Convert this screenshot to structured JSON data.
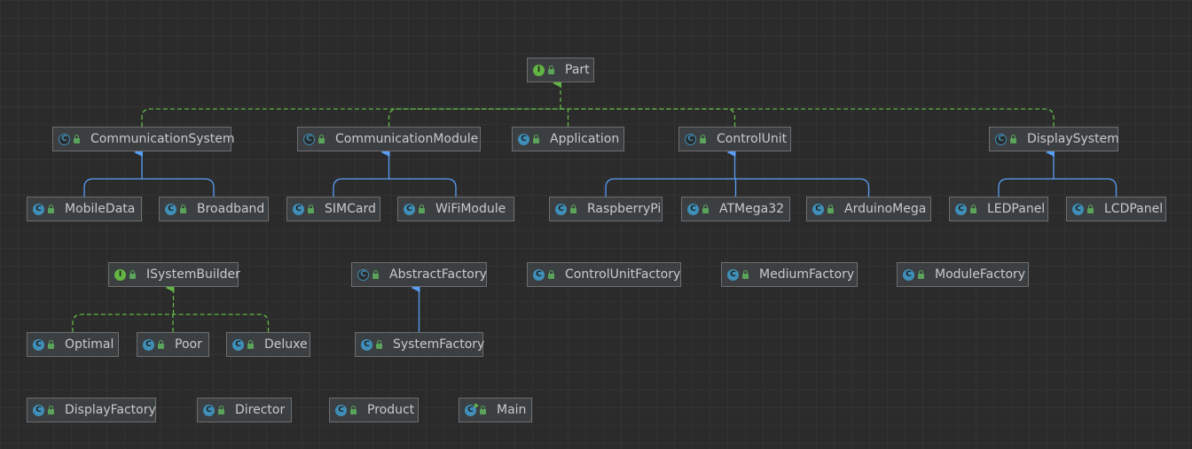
{
  "diagram": {
    "nodes": {
      "part": {
        "label": "Part",
        "kind": "interface",
        "icon": "interface-icon"
      },
      "communication_system": {
        "label": "CommunicationSystem",
        "kind": "abstract",
        "icon": "abstract-class-icon"
      },
      "communication_module": {
        "label": "CommunicationModule",
        "kind": "abstract",
        "icon": "abstract-class-icon"
      },
      "application": {
        "label": "Application",
        "kind": "class",
        "icon": "class-icon"
      },
      "control_unit": {
        "label": "ControlUnit",
        "kind": "abstract",
        "icon": "abstract-class-icon"
      },
      "display_system": {
        "label": "DisplaySystem",
        "kind": "abstract",
        "icon": "abstract-class-icon"
      },
      "mobile_data": {
        "label": "MobileData",
        "kind": "class",
        "icon": "class-icon"
      },
      "broadband": {
        "label": "Broadband",
        "kind": "class",
        "icon": "class-icon"
      },
      "sim_card": {
        "label": "SIMCard",
        "kind": "class",
        "icon": "class-icon"
      },
      "wifi_module": {
        "label": "WiFiModule",
        "kind": "class",
        "icon": "class-icon"
      },
      "raspberry_pi": {
        "label": "RaspberryPi",
        "kind": "class",
        "icon": "class-icon"
      },
      "atmega32": {
        "label": "ATMega32",
        "kind": "class",
        "icon": "class-icon"
      },
      "arduino_mega": {
        "label": "ArduinoMega",
        "kind": "class",
        "icon": "class-icon"
      },
      "led_panel": {
        "label": "LEDPanel",
        "kind": "class",
        "icon": "class-icon"
      },
      "lcd_panel": {
        "label": "LCDPanel",
        "kind": "class",
        "icon": "class-icon"
      },
      "isystem_builder": {
        "label": "ISystemBuilder",
        "kind": "interface",
        "icon": "interface-icon"
      },
      "abstract_factory": {
        "label": "AbstractFactory",
        "kind": "abstract",
        "icon": "abstract-class-icon"
      },
      "control_unit_factory": {
        "label": "ControlUnitFactory",
        "kind": "class",
        "icon": "class-icon"
      },
      "medium_factory": {
        "label": "MediumFactory",
        "kind": "class",
        "icon": "class-icon"
      },
      "module_factory": {
        "label": "ModuleFactory",
        "kind": "class",
        "icon": "class-icon"
      },
      "optimal": {
        "label": "Optimal",
        "kind": "class",
        "icon": "class-icon"
      },
      "poor": {
        "label": "Poor",
        "kind": "class",
        "icon": "class-icon"
      },
      "deluxe": {
        "label": "Deluxe",
        "kind": "class",
        "icon": "class-icon"
      },
      "system_factory": {
        "label": "SystemFactory",
        "kind": "class",
        "icon": "class-icon"
      },
      "display_factory": {
        "label": "DisplayFactory",
        "kind": "class",
        "icon": "class-icon"
      },
      "director": {
        "label": "Director",
        "kind": "class",
        "icon": "class-icon"
      },
      "product": {
        "label": "Product",
        "kind": "class",
        "icon": "class-icon"
      },
      "main": {
        "label": "Main",
        "kind": "main",
        "icon": "main-class-icon"
      }
    },
    "relations": [
      {
        "from": "communication_system",
        "to": "part",
        "type": "implements"
      },
      {
        "from": "communication_module",
        "to": "part",
        "type": "implements"
      },
      {
        "from": "application",
        "to": "part",
        "type": "implements"
      },
      {
        "from": "control_unit",
        "to": "part",
        "type": "implements"
      },
      {
        "from": "display_system",
        "to": "part",
        "type": "implements"
      },
      {
        "from": "mobile_data",
        "to": "communication_system",
        "type": "extends"
      },
      {
        "from": "broadband",
        "to": "communication_system",
        "type": "extends"
      },
      {
        "from": "sim_card",
        "to": "communication_module",
        "type": "extends"
      },
      {
        "from": "wifi_module",
        "to": "communication_module",
        "type": "extends"
      },
      {
        "from": "raspberry_pi",
        "to": "control_unit",
        "type": "extends"
      },
      {
        "from": "atmega32",
        "to": "control_unit",
        "type": "extends"
      },
      {
        "from": "arduino_mega",
        "to": "control_unit",
        "type": "extends"
      },
      {
        "from": "led_panel",
        "to": "display_system",
        "type": "extends"
      },
      {
        "from": "lcd_panel",
        "to": "display_system",
        "type": "extends"
      },
      {
        "from": "optimal",
        "to": "isystem_builder",
        "type": "implements"
      },
      {
        "from": "poor",
        "to": "isystem_builder",
        "type": "implements"
      },
      {
        "from": "deluxe",
        "to": "isystem_builder",
        "type": "implements"
      },
      {
        "from": "system_factory",
        "to": "abstract_factory",
        "type": "extends"
      }
    ],
    "colors": {
      "background": "#2b2b2b",
      "node_fill": "#3c3f41",
      "node_border": "#6e6e6e",
      "text": "#c9c9c9",
      "implements_edge": "#62b543",
      "extends_edge": "#589df6",
      "class_icon": "#3f8fb8",
      "interface_icon": "#62b543"
    }
  }
}
